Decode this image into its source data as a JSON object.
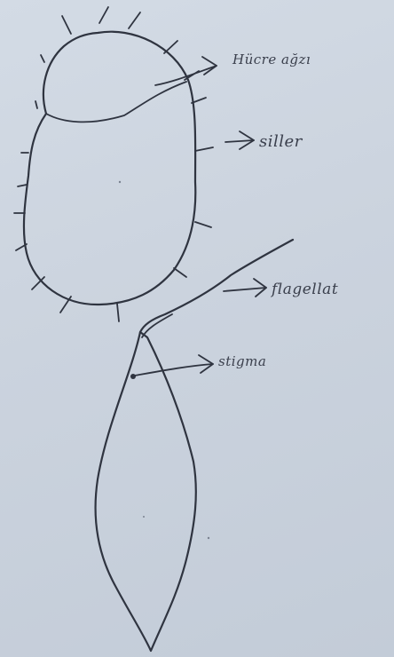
{
  "labels": {
    "cell_mouth": "Hücre ağzı",
    "cilia": "siller",
    "flagellum": "flagellat",
    "stigma": "stigma"
  },
  "colors": {
    "paper": "#cbd3de",
    "ink": "#2f3440"
  }
}
